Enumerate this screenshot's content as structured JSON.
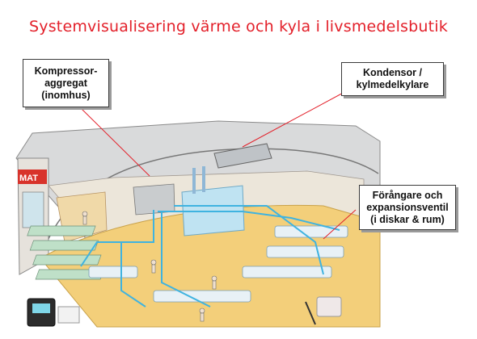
{
  "title": "Systemvisualisering värme och  kyla i livsmedelsbutik",
  "callouts": {
    "kompressor": "Kompressor-\naggregat\n(inomhus)",
    "kondensor": "Kondensor /\nkylmedelkylare",
    "forangare": "Förångare och\nexpansionsventil\n(i diskar & rum)"
  },
  "sign_text": "MAT",
  "colors": {
    "title": "#e3202a",
    "floor": "#f3cf7a",
    "pipes": "#3fb3e0",
    "roof": "#d9dadb",
    "leader": "#e3202a"
  }
}
